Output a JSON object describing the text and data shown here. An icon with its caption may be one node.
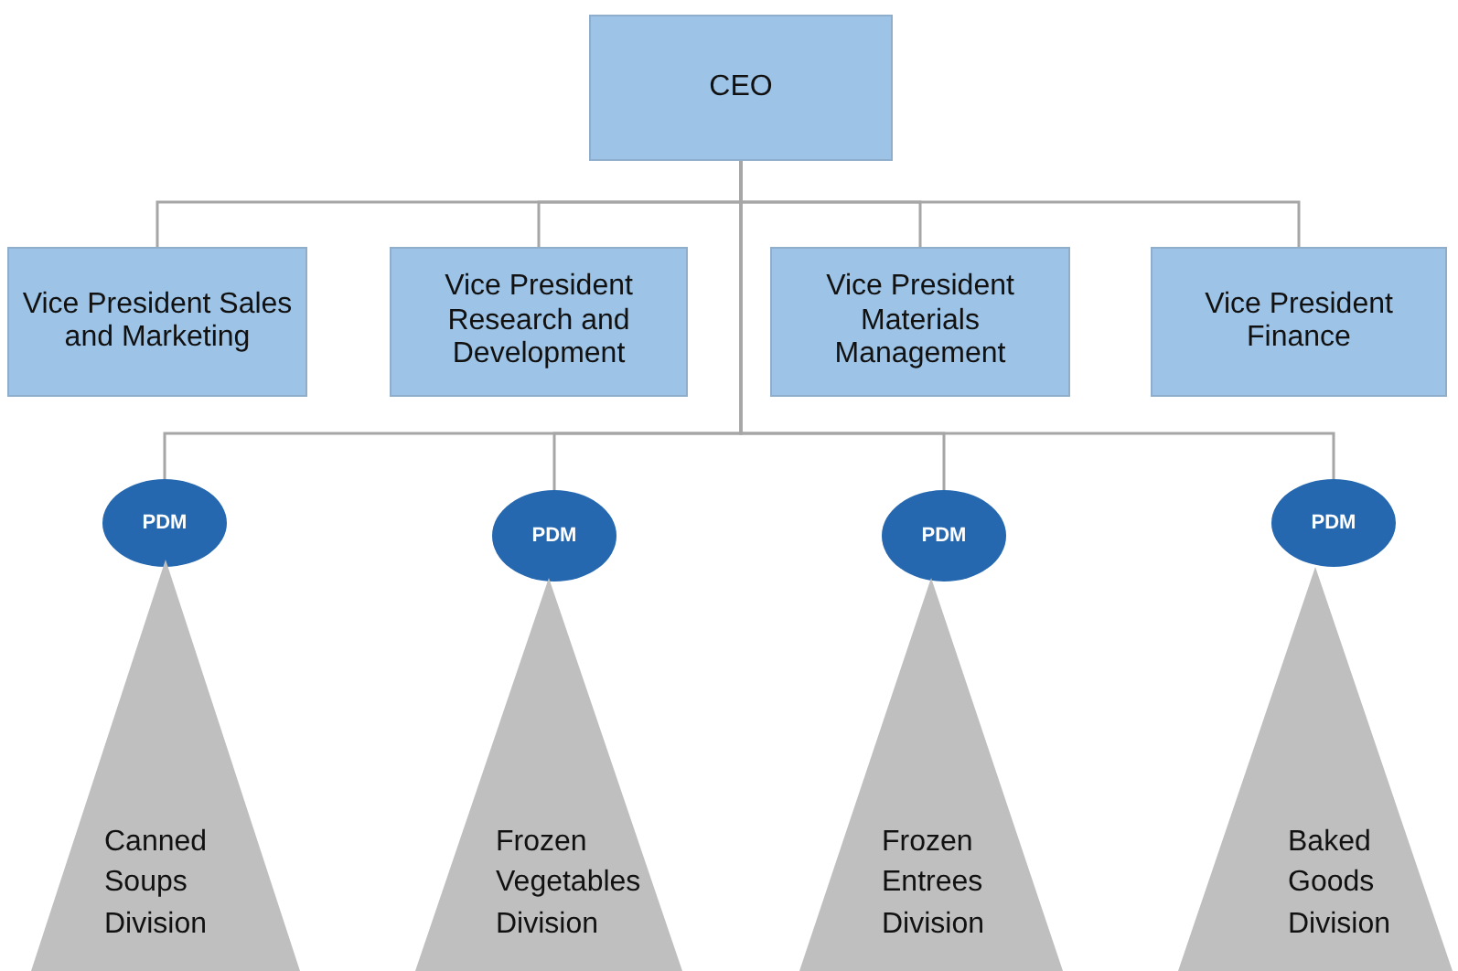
{
  "diagram": {
    "nodes": [
      {
        "text": [
          "CEO"
        ]
      },
      {
        "text": [
          "Vice President Sales and Marketing"
        ]
      },
      {
        "text": [
          "Vice President Research and Development"
        ]
      },
      {
        "text": [
          "Vice President Materials Management"
        ]
      },
      {
        "text": [
          "Vice President Finance"
        ]
      },
      {
        "text": [
          "PDM"
        ]
      },
      {
        "text": [
          "PDM"
        ]
      },
      {
        "text": [
          "PDM"
        ]
      },
      {
        "text": [
          "PDM"
        ]
      },
      {
        "text": [
          "Canned Soups Division"
        ]
      },
      {
        "text": [
          "Frozen Vegetables Division"
        ]
      },
      {
        "text": [
          "Frozen Entrees Division"
        ]
      },
      {
        "text": [
          "Baked Goods Division"
        ]
      }
    ],
    "edges": [
      {
        "from": 0,
        "to": 1,
        "arrow": "none"
      },
      {
        "from": 0,
        "to": 2,
        "arrow": "none"
      },
      {
        "from": 0,
        "to": 3,
        "arrow": "none"
      },
      {
        "from": 0,
        "to": 4,
        "arrow": "none"
      },
      {
        "from": 0,
        "to": 5,
        "arrow": "none"
      },
      {
        "from": 0,
        "to": 6,
        "arrow": "none"
      },
      {
        "from": 0,
        "to": 7,
        "arrow": "none"
      },
      {
        "from": 0,
        "to": 8,
        "arrow": "none"
      }
    ]
  }
}
